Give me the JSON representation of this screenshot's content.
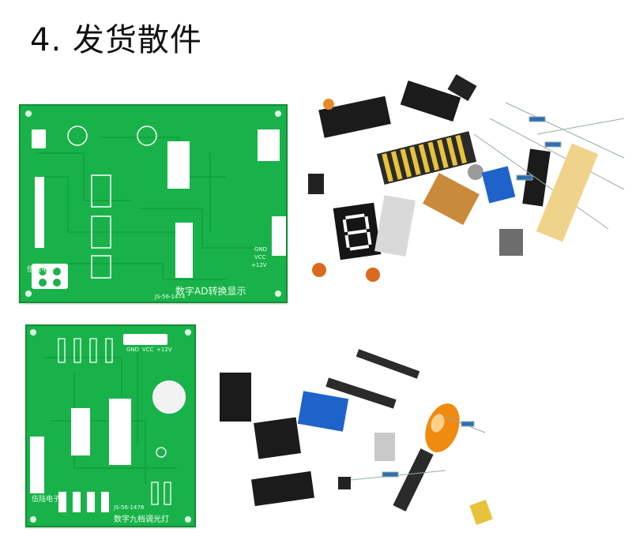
{
  "header": {
    "title": "4. 发货散件"
  },
  "boards": {
    "adc": {
      "caption": "数字AD转换显示",
      "maker": "伍陆电子",
      "code": "JS-56-1474",
      "pins": [
        "GND",
        "VCC",
        "+12V"
      ]
    },
    "dimmer": {
      "caption": "数字九档调光灯",
      "maker": "伍陆电子",
      "code": "JS-56-1478",
      "pins": [
        "GND",
        "VCC",
        "+12V"
      ]
    }
  },
  "icons": [
    "pcb-board",
    "ic-chip",
    "resistor",
    "capacitor",
    "seven-segment-display",
    "potentiometer",
    "terminal-block",
    "pin-header",
    "lamp-bulb"
  ],
  "colors": {
    "pcb": "#19b24a",
    "silk": "#e9ffe9",
    "ic": "#1b1b1b",
    "terminal": "#1e63c9",
    "lamp": "#f08a10"
  }
}
